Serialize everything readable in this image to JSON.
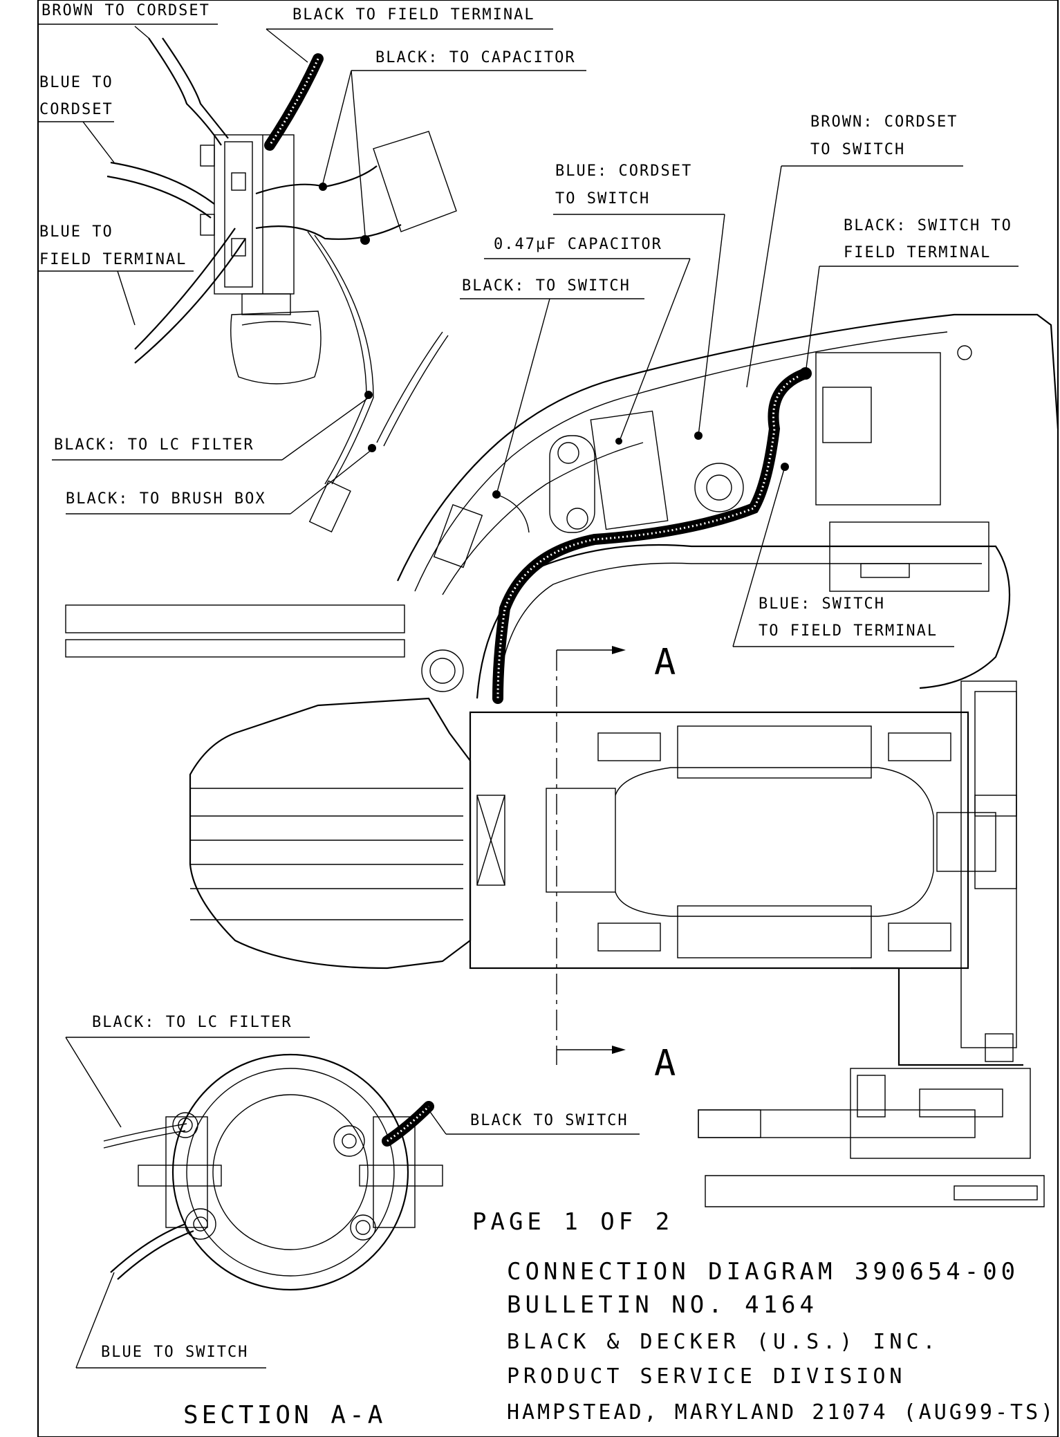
{
  "callouts": {
    "brown_to_cordset": "BROWN TO CORDSET",
    "black_to_field_terminal": "BLACK TO FIELD TERMINAL",
    "black_to_capacitor": "BLACK: TO CAPACITOR",
    "blue_to_cordset_1": "BLUE TO",
    "blue_to_cordset_2": "CORDSET",
    "blue_to_field_terminal_1": "BLUE TO",
    "blue_to_field_terminal_2": "FIELD TERMINAL",
    "black_to_lc_filter": "BLACK: TO LC FILTER",
    "black_to_brush_box": "BLACK: TO BRUSH BOX",
    "brown_cordset_switch_1": "BROWN: CORDSET",
    "brown_cordset_switch_2": "TO SWITCH",
    "blue_cordset_switch_1": "BLUE: CORDSET",
    "blue_cordset_switch_2": "TO SWITCH",
    "black_switch_field_1": "BLACK: SWITCH TO",
    "black_switch_field_2": "FIELD TERMINAL",
    "capacitor": "0.47µF CAPACITOR",
    "black_to_switch_top": "BLACK: TO SWITCH",
    "blue_switch_field_1": "BLUE: SWITCH",
    "blue_switch_field_2": "TO FIELD TERMINAL",
    "section_marker": "A",
    "section_lc_filter": "BLACK: TO LC FILTER",
    "section_black_to_switch": "BLACK TO SWITCH",
    "section_blue_to_switch": "BLUE TO SWITCH",
    "section_title": "SECTION A-A"
  },
  "title_block": {
    "page": "PAGE 1 OF 2",
    "diagram": "CONNECTION DIAGRAM 390654-00",
    "bulletin": "BULLETIN NO. 4164",
    "company": "BLACK & DECKER (U.S.) INC.",
    "division": "PRODUCT SERVICE DIVISION",
    "address": "HAMPSTEAD, MARYLAND 21074 (AUG99-TS)"
  }
}
